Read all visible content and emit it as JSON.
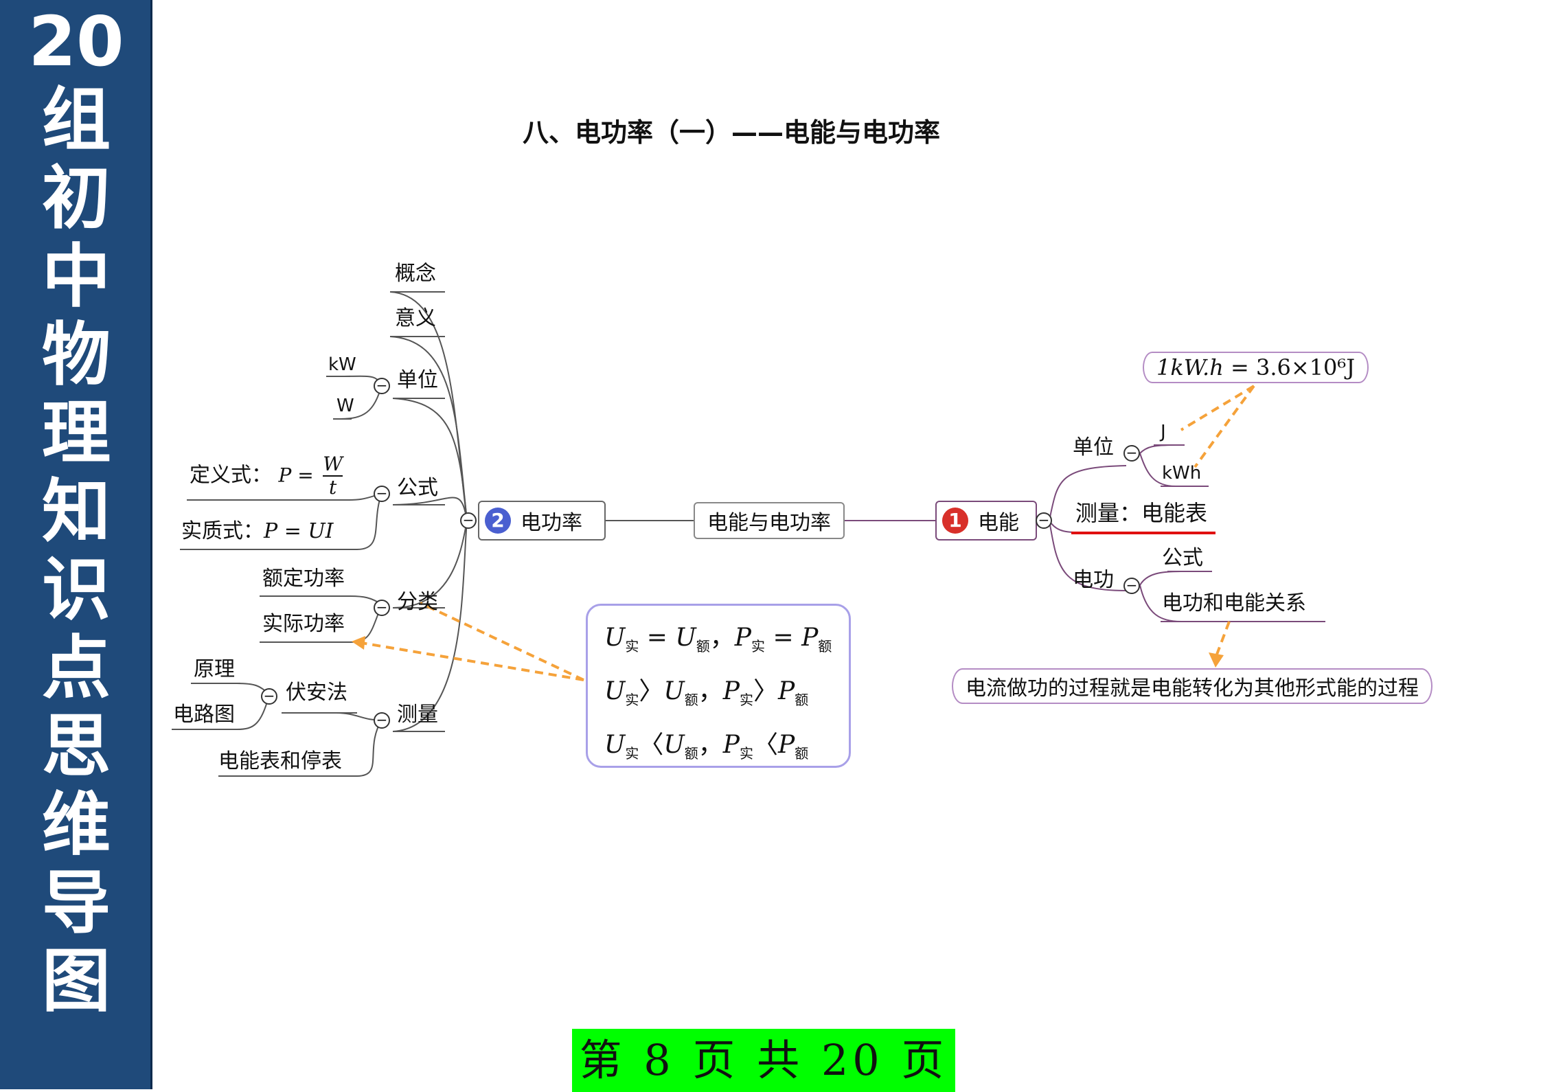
{
  "sidebar": {
    "chars": [
      "20",
      "组",
      "初",
      "中",
      "物",
      "理",
      "知",
      "识",
      "点",
      "思",
      "维",
      "导",
      "图"
    ]
  },
  "title": "八、电功率（一）——电能与电功率",
  "center": {
    "label": "电能与电功率"
  },
  "left": {
    "main": {
      "number": "2",
      "label": "电功率"
    },
    "concept": "概念",
    "meaning": "意义",
    "unit": {
      "label": "单位",
      "children": [
        "kW",
        "W"
      ]
    },
    "formula": {
      "label": "公式",
      "definition_prefix": "定义式：",
      "definition_lhs": "P =",
      "definition_num": "W",
      "definition_den": "t",
      "essence_prefix": "实质式：",
      "essence_expr": "P = UI"
    },
    "classify": {
      "label": "分类",
      "children": [
        "额定功率",
        "实际功率"
      ]
    },
    "measure": {
      "label": "测量",
      "voltammetry": "伏安法",
      "volt_children": [
        "原理",
        "电路图"
      ],
      "meter": "电能表和停表"
    }
  },
  "conditions": {
    "line1": {
      "u": "U",
      "u_sub": "实",
      "op1": " = ",
      "u2": "U",
      "u2_sub": "额",
      "sep": "，",
      "p": "P",
      "p_sub": "实",
      "op2": " = ",
      "p2": "P",
      "p2_sub": "额"
    },
    "line2": {
      "u": "U",
      "u_sub": "实",
      "op1": "〉",
      "u2": "U",
      "u2_sub": "额",
      "sep": "，",
      "p": "P",
      "p_sub": "实",
      "op2": "〉",
      "p2": "P",
      "p2_sub": "额"
    },
    "line3": {
      "u": "U",
      "u_sub": "实",
      "op1": "〈",
      "u2": "U",
      "u2_sub": "额",
      "sep": "，",
      "p": "P",
      "p_sub": "实",
      "op2": "〈",
      "p2": "P",
      "p2_sub": "额"
    }
  },
  "right": {
    "main": {
      "number": "1",
      "label": "电能"
    },
    "unit": {
      "label": "单位",
      "children": [
        "J",
        "kWh"
      ]
    },
    "conversion": {
      "lhs": "1kW.h",
      "rhs": " = 3.6×10⁶J"
    },
    "measure": "测量：电能表",
    "work": {
      "label": "电功",
      "children": [
        "公式",
        "电功和电能关系"
      ]
    },
    "note": "电流做功的过程就是电能转化为其他形式能的过程"
  },
  "colors": {
    "sidebar_bg": "#1f4a7a",
    "branch_line": "#555555",
    "right_branch_line": "#7a4a7a",
    "dashed_arrow": "#f5a23a",
    "underline_red": "#e01010",
    "footer_bg": "#00ff00"
  },
  "footer": "第 8 页 共 20 页"
}
